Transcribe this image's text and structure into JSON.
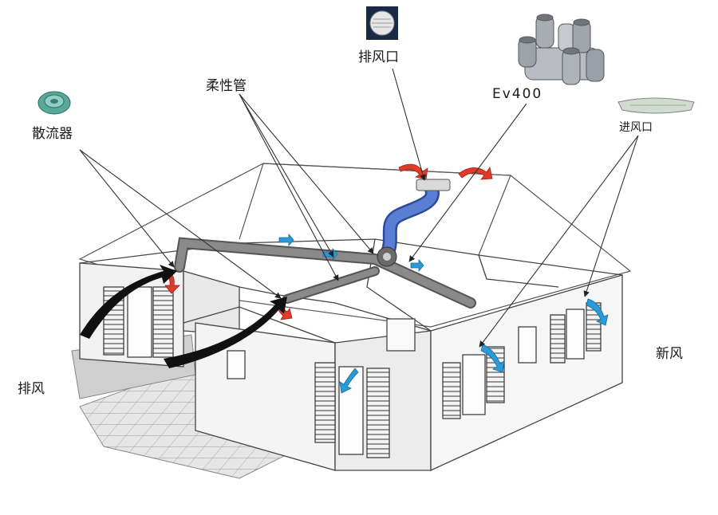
{
  "labels": {
    "diffuser": "散流器",
    "flexible_duct": "柔性管",
    "exhaust_vent": "排风口",
    "unit": "Ev400",
    "supply_vent": "进风口",
    "fresh_air": "新风",
    "exhaust_air": "排风"
  },
  "colors": {
    "exhaust_arrow": "#e03a2a",
    "supply_arrow": "#2a9ad8",
    "flexible_duct": "#4d6fc4",
    "main_duct": "#7a7a7a",
    "outline": "#333333"
  },
  "icons": [
    "diffuser-icon",
    "exhaust-vent-icon",
    "ev400-unit-icon",
    "supply-vent-icon"
  ]
}
